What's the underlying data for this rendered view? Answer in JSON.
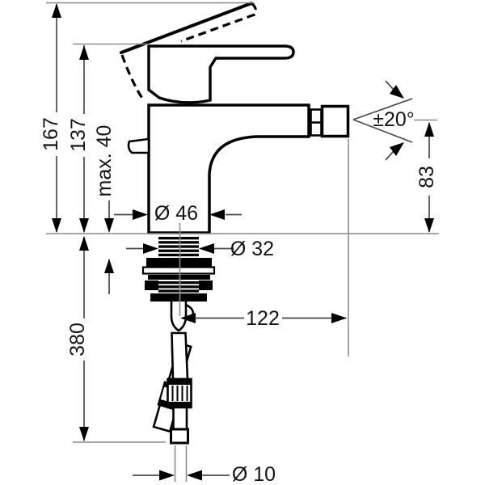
{
  "drawing": {
    "title": "Single-lever bidet mixer dimensional drawing",
    "units": "mm",
    "background_color": "#ffffff",
    "object_line_color": "#000000",
    "reference_line_color": "#8c8c8c",
    "dimension_line_color": "#4a4a4a",
    "labels": {
      "total_height": "167",
      "body_height": "137",
      "max_mounting_thickness": "max. 40",
      "hose_length": "380",
      "base_diameter": "Ø 46",
      "shank_thread_diameter": "Ø 32",
      "spout_reach": "122",
      "spout_swivel_angle": "±20°",
      "outlet_height": "83",
      "hose_diameter": "Ø 10"
    }
  }
}
